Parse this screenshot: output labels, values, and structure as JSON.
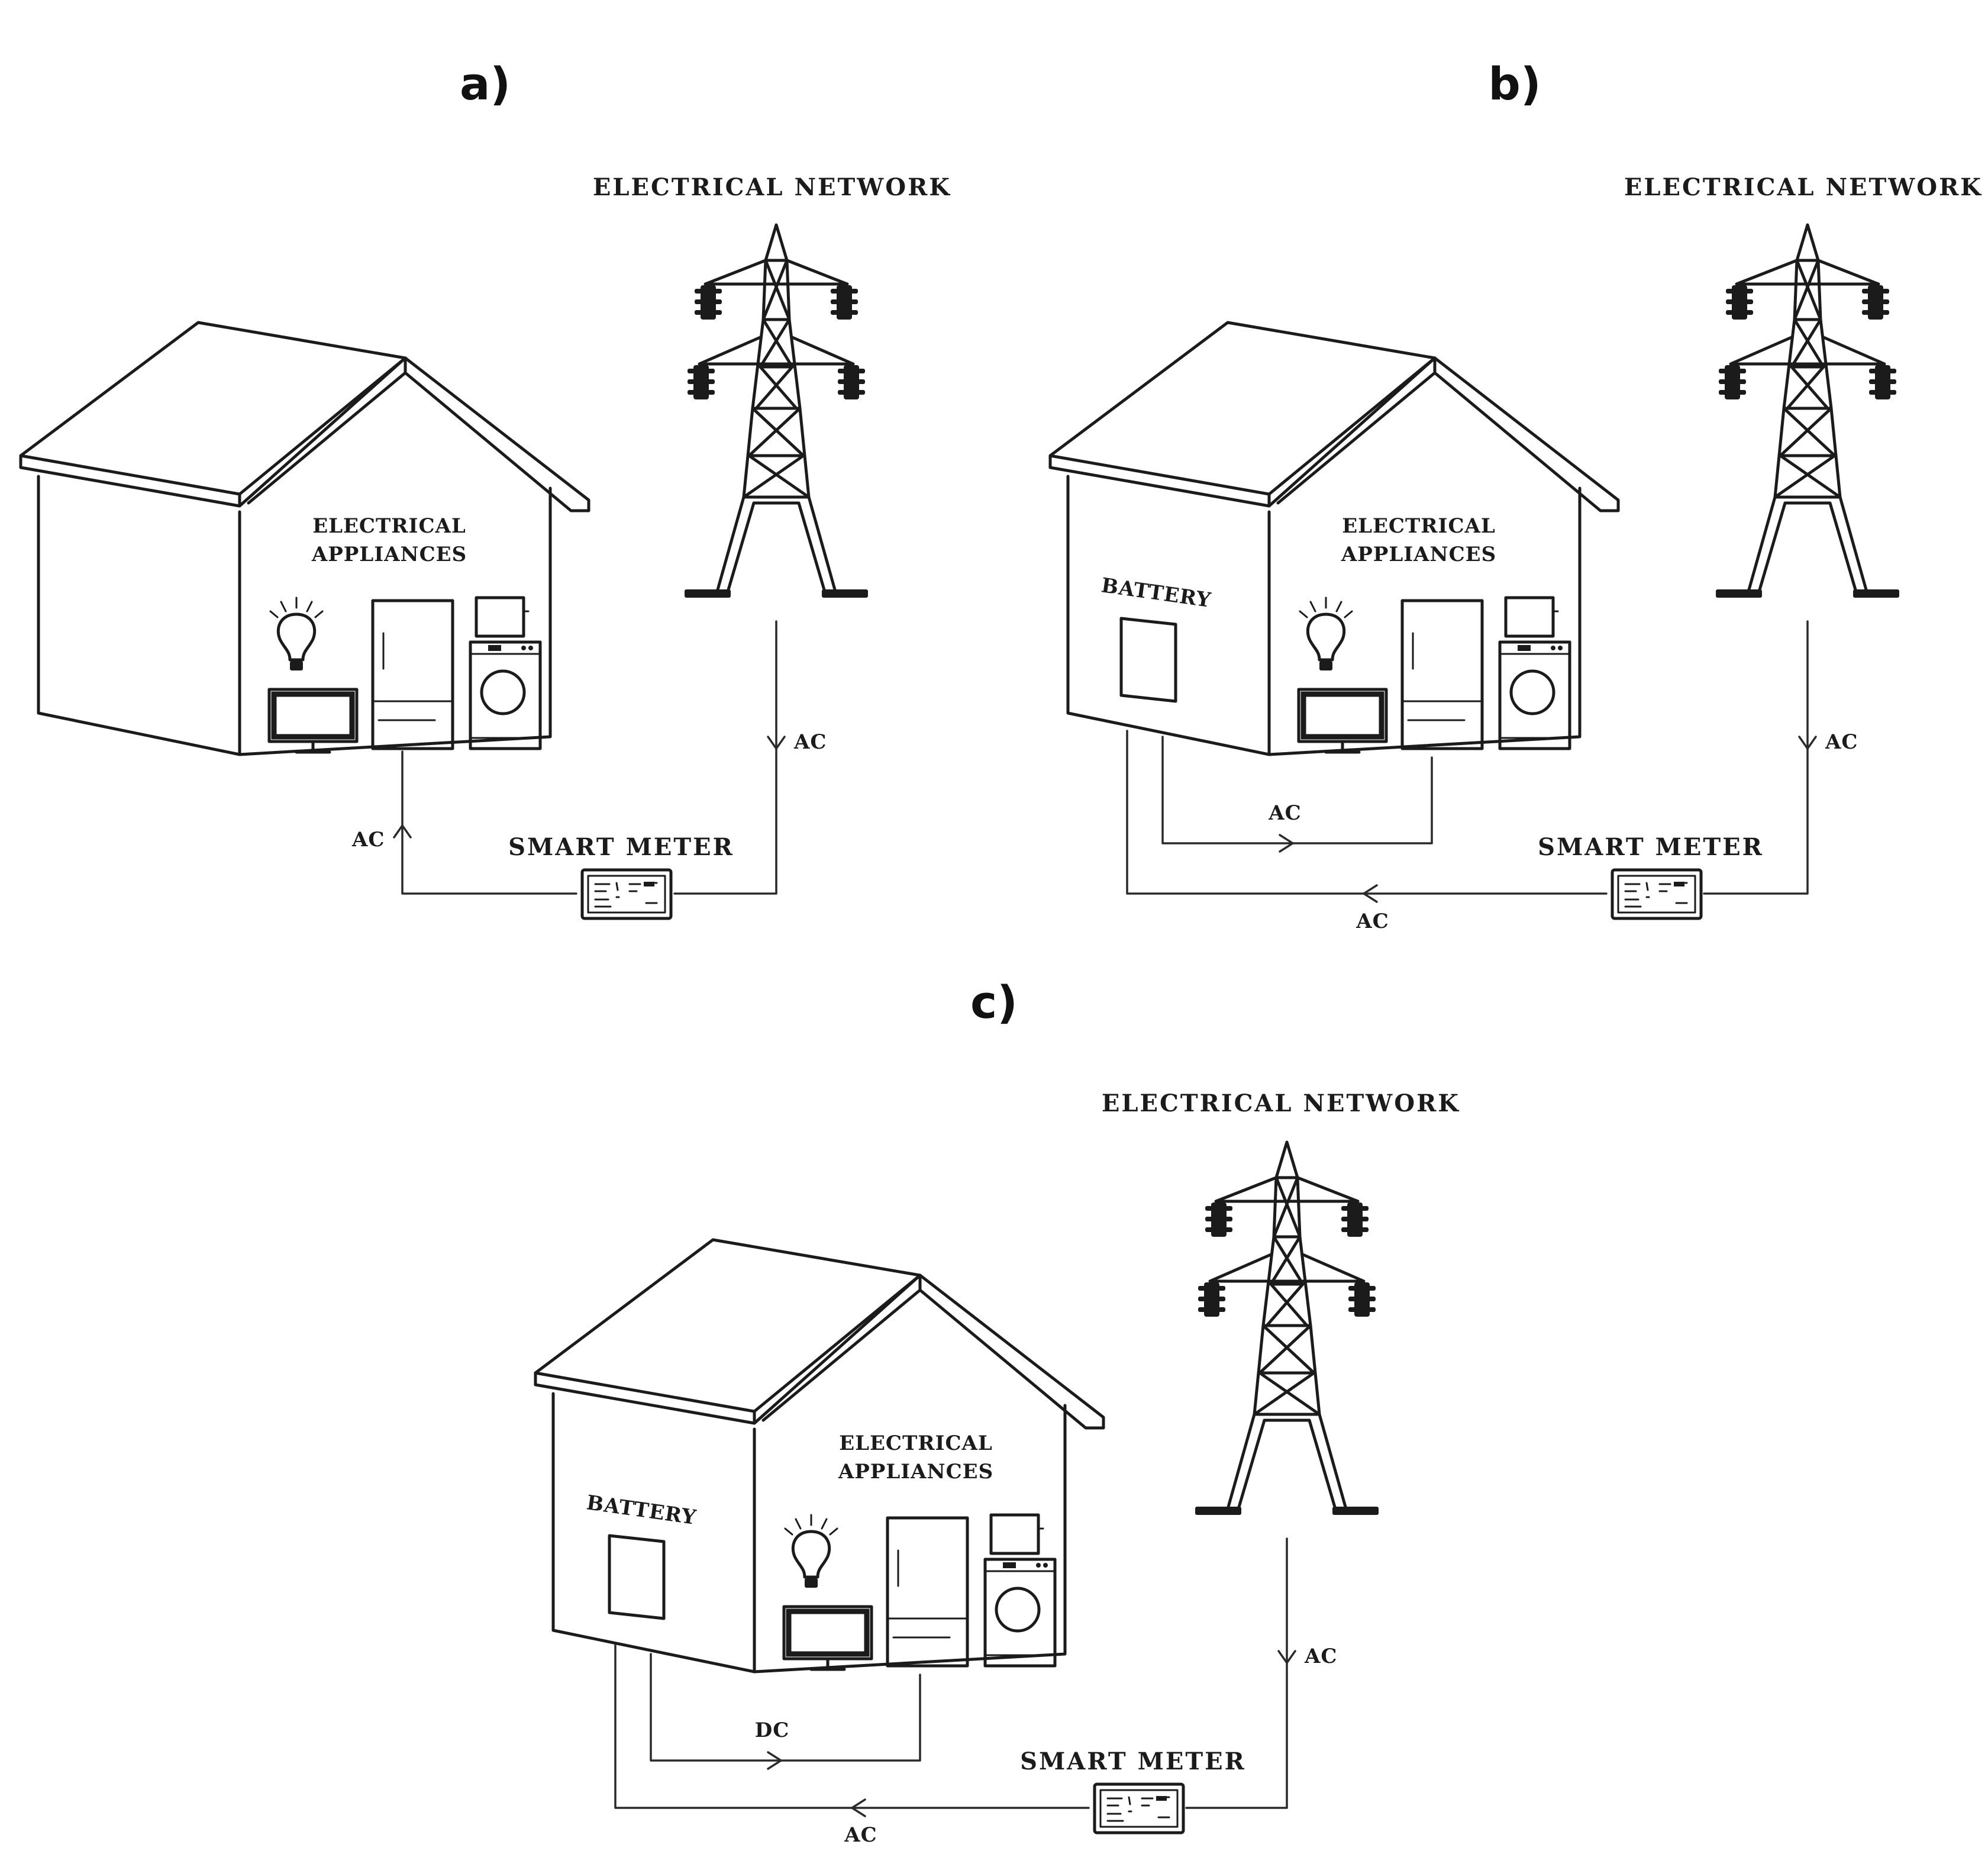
{
  "panels": [
    {
      "id": "a",
      "label": "a)",
      "network_label": "ELECTRICAL NETWORK",
      "appliances_label_line1": "ELECTRICAL",
      "appliances_label_line2": "APPLIANCES",
      "meter_label": "SMART METER",
      "grid_flow_label": "AC",
      "house_flow_label": "AC"
    },
    {
      "id": "b",
      "label": "b)",
      "network_label": "ELECTRICAL NETWORK",
      "appliances_label_line1": "ELECTRICAL",
      "appliances_label_line2": "APPLIANCES",
      "battery_label": "BATTERY",
      "meter_label": "SMART METER",
      "grid_flow_label": "AC",
      "meter_to_house_label": "AC",
      "battery_to_appliances_label": "AC"
    },
    {
      "id": "c",
      "label": "c)",
      "network_label": "ELECTRICAL NETWORK",
      "appliances_label_line1": "ELECTRICAL",
      "appliances_label_line2": "APPLIANCES",
      "battery_label": "BATTERY",
      "meter_label": "SMART METER",
      "grid_flow_label": "AC",
      "meter_to_house_label": "AC",
      "battery_to_appliances_label": "DC"
    }
  ]
}
